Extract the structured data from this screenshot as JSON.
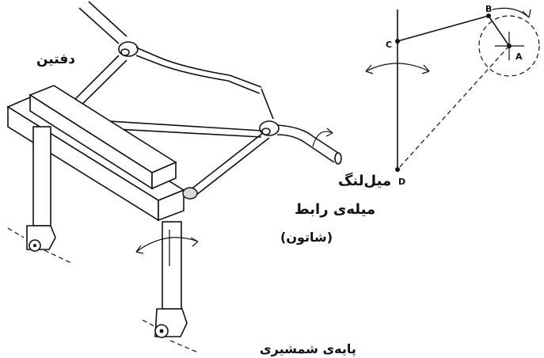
{
  "labels": {
    "treadle": "دفتین",
    "crankshaft": "میل‌لنگ",
    "connecting_rod": "میله‌ی رابط",
    "connecting_rod_alt": "(شاتون)",
    "rocker_leg": "پایه‌ی شمشیری"
  },
  "points": {
    "a": "A",
    "b": "B",
    "c": "C",
    "d": "D"
  }
}
